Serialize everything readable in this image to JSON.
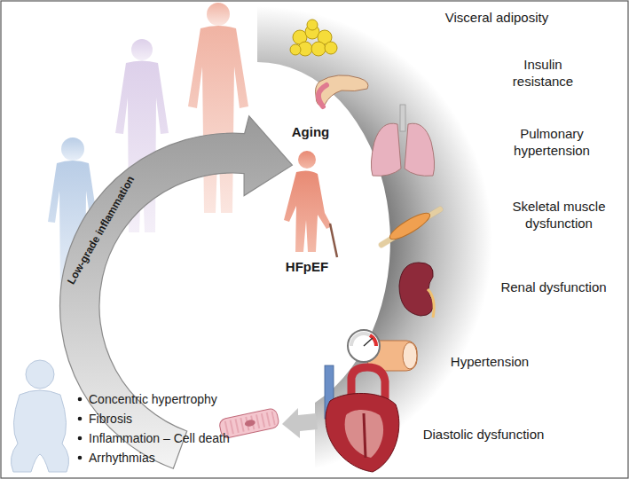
{
  "diagram": {
    "labels": [
      "Low-grade inflammation",
      "Aging",
      "HFpEF",
      "Visceral adiposity",
      "Insulin resistance",
      "Pulmonary hypertension",
      "Skeletal muscle dysfunction",
      "Renal dysfunction",
      "Hypertension",
      "Diastolic dysfunction",
      "Concentric hypertrophy",
      "Fibrosis",
      "Inflammation – Cell death",
      "Arrhythmias"
    ]
  }
}
